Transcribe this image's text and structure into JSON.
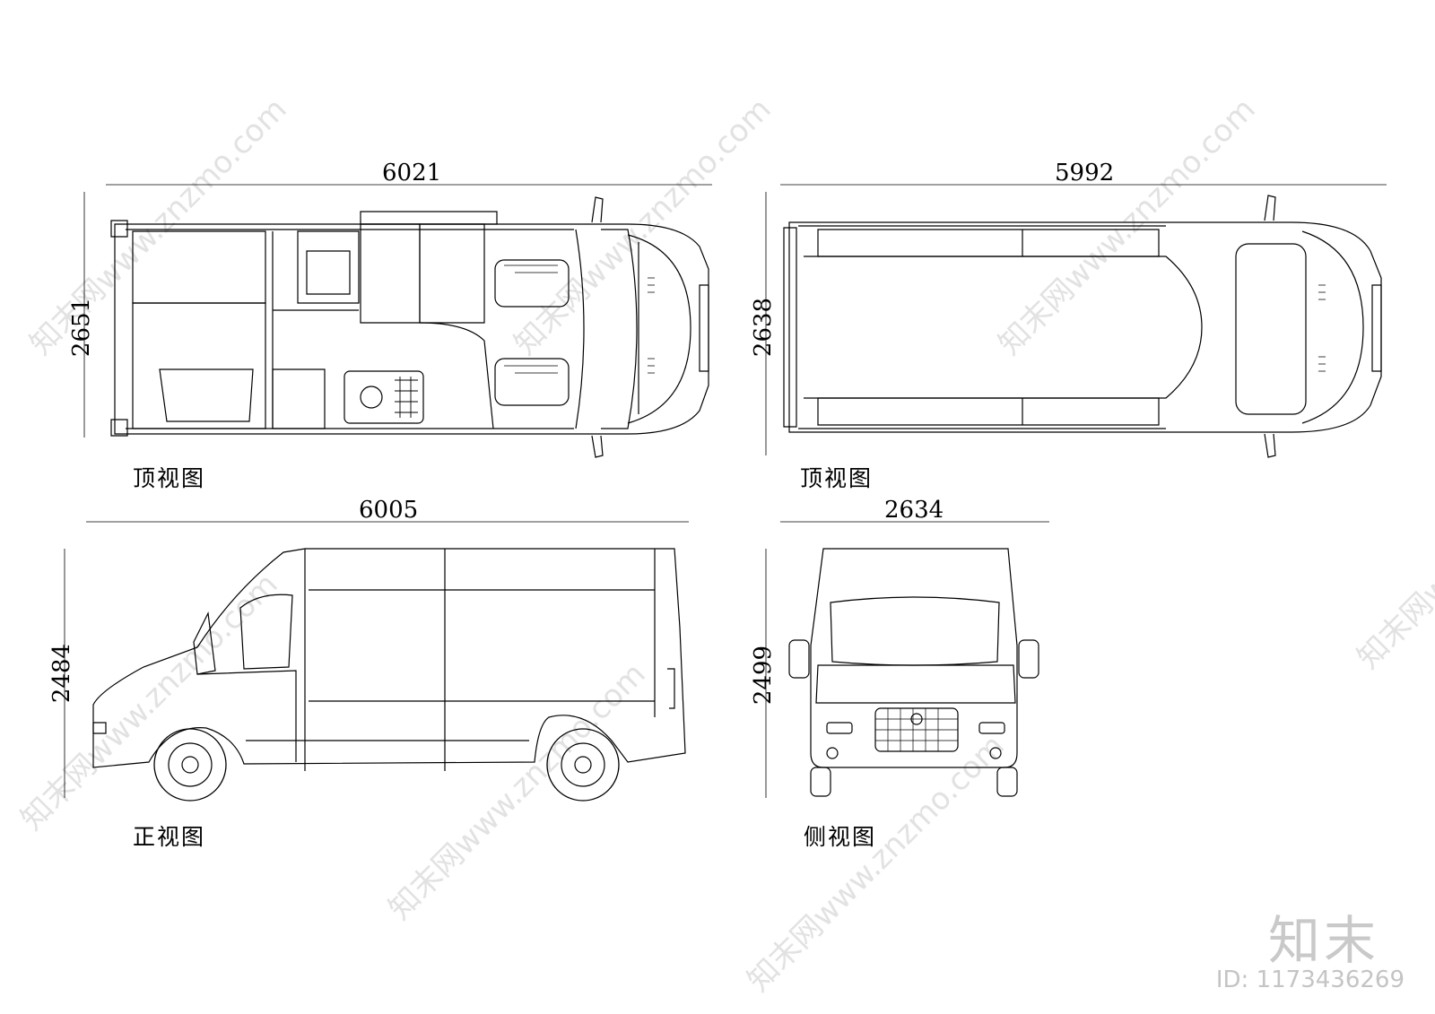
{
  "views": {
    "top_interior": {
      "caption": "顶视图",
      "length": "6021",
      "width": "2651"
    },
    "top_exterior": {
      "caption": "顶视图",
      "length": "5992",
      "width": "2638"
    },
    "side": {
      "caption": "正视图",
      "length": "6005",
      "height": "2484"
    },
    "front": {
      "caption": "侧视图",
      "width": "2634",
      "height": "2499"
    }
  },
  "watermark": {
    "text": "知末网www.znzmo.com",
    "brand": "知末",
    "id": "ID: 1173436269"
  }
}
